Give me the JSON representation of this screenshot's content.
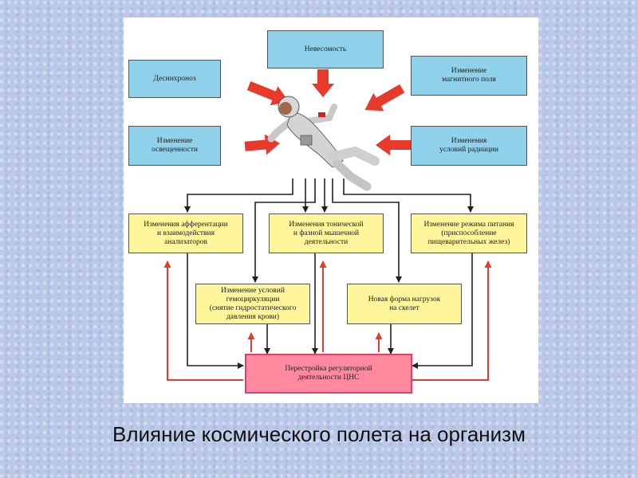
{
  "slide_title": "Влияние космического полета на организм",
  "colors": {
    "factor_box": "#8fd0ea",
    "effect_box": "#fff59a",
    "cns_box": "#ff8aa0",
    "red_arrow": "#e83a2a"
  },
  "factors": {
    "weightlessness": "Невесомость",
    "desynchronosis": "Десинхроноз",
    "magnetic": "Изменение\nмагнитного поля",
    "lighting": "Изменение\nосвещенности",
    "radiation": "Изменения\nусловий радиации"
  },
  "effects": {
    "afferent": "Изменения афферентации\nи взаимодействия\nанализаторов",
    "muscle": "Изменения тонической\nи фазной мышечной\nдеятельности",
    "nutrition": "Изменение режима питания\n(приспособление\nпищеварительных желез)",
    "circulation": "Изменение условий\nгемоциркуляции\n(снятие гидростатического\nдавления крови)",
    "skeleton": "Новая форма нагрузок\nна скелет"
  },
  "cns": "Перестройка регуляторной\nдеятельности ЦНС",
  "figure_icon": "astronaut-figure"
}
